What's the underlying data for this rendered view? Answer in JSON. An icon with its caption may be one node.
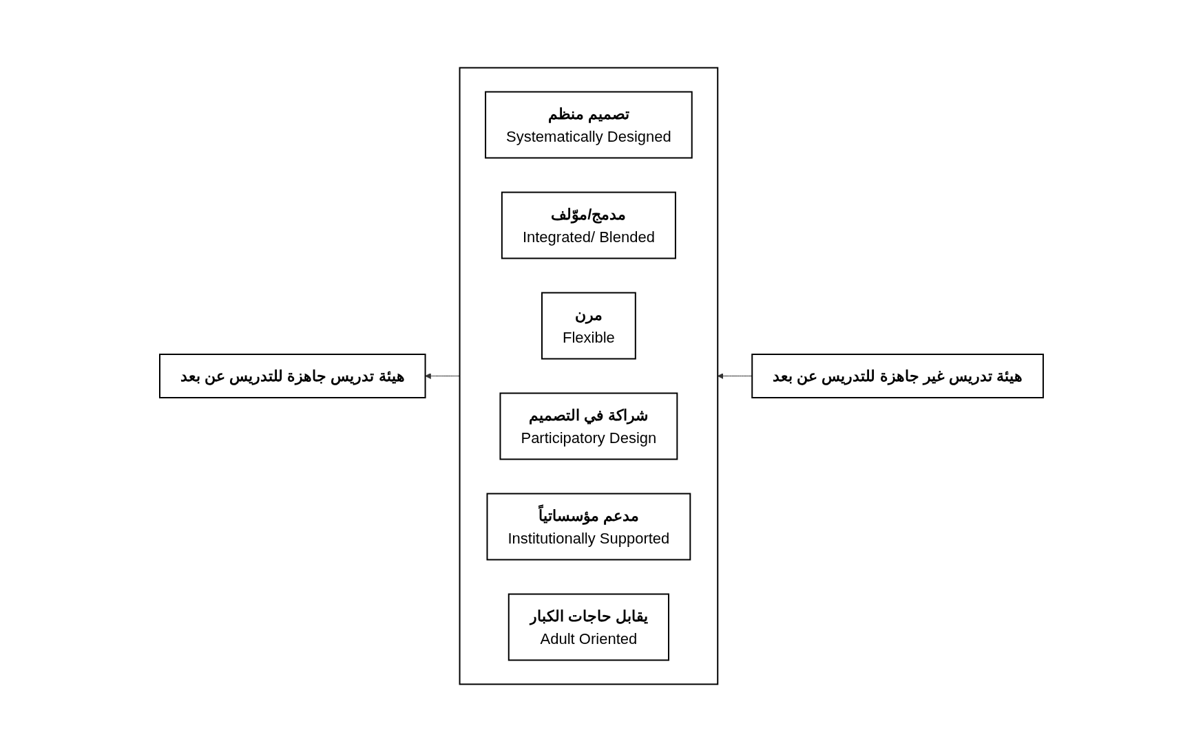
{
  "diagram": {
    "nodes": [
      {
        "text": [
          "هيئة تدريس جاهزة للتدريس عن بعد"
        ]
      },
      {
        "text": [],
        "shape": "box"
      },
      {
        "text": [
          "تصميم منظم",
          "Systematically Designed"
        ],
        "in": 1
      },
      {
        "text": [
          "مدمج/موّلف",
          "Integrated/ Blended"
        ],
        "in": 1
      },
      {
        "text": [
          "مرن",
          "Flexible"
        ],
        "in": 1
      },
      {
        "text": [
          "شراكة في التصميم",
          "Participatory Design"
        ],
        "in": 1
      },
      {
        "text": [
          "مدعم مؤسساتياً",
          "Institutionally Supported"
        ],
        "in": 1
      },
      {
        "text": [
          "يقابل حاجات الكبار",
          "Adult Oriented"
        ],
        "in": 1
      },
      {
        "text": [
          "هيئة تدريس غير جاهزة للتدريس عن بعد"
        ]
      }
    ],
    "edges": [
      {
        "from": 8,
        "to": 1,
        "arrow": "to"
      },
      {
        "from": 1,
        "to": 0,
        "arrow": "to"
      }
    ]
  }
}
